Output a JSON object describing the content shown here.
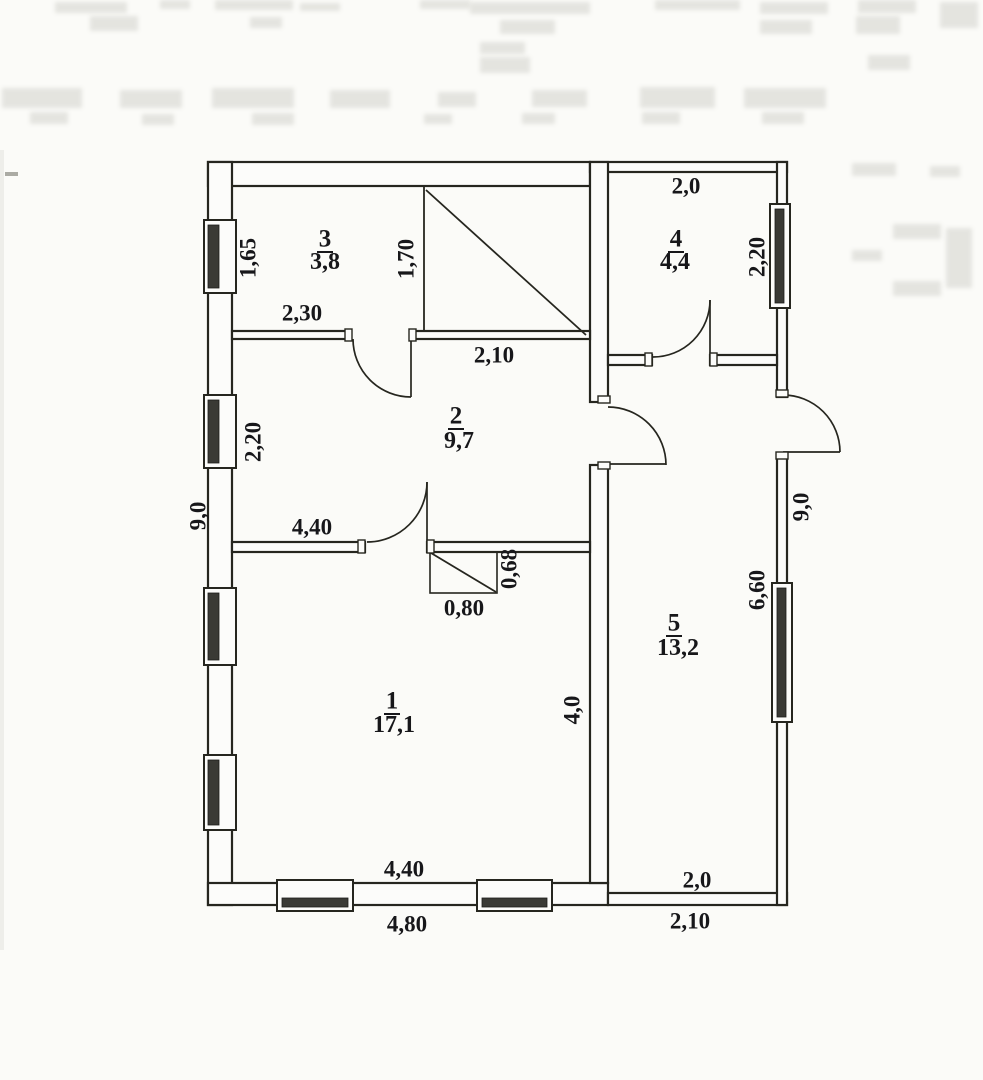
{
  "rooms": [
    {
      "number": "1",
      "area": "17,1"
    },
    {
      "number": "2",
      "area": "9,7"
    },
    {
      "number": "3",
      "area": "3,8"
    },
    {
      "number": "4",
      "area": "4,4"
    },
    {
      "number": "5",
      "area": "13,2"
    }
  ],
  "dimensions": {
    "room3_depth": "1,65",
    "room3_width": "2,30",
    "stair_depth": "1,70",
    "stair_width": "2,10",
    "room4_top_width": "2,0",
    "room4_right_depth": "2,20",
    "room2_left_window": "2,20",
    "left_wall_height": "9,0",
    "room1_top_width": "4,40",
    "flue_depth": "0,68",
    "flue_width": "0,80",
    "room1_right_depth": "4,0",
    "room5_right_depth": "6,60",
    "right_wall_height": "9,0",
    "room1_bottom_width": "4,40",
    "bottom_left_outer_width": "4,80",
    "room5_bottom_width": "2,0",
    "bottom_right_outer_width": "2,10"
  },
  "colors": {
    "ink": "#26261f",
    "paper": "#fbfbf8",
    "window_sash": "#3a3a35",
    "bleedthrough": "#c9c9c2"
  }
}
